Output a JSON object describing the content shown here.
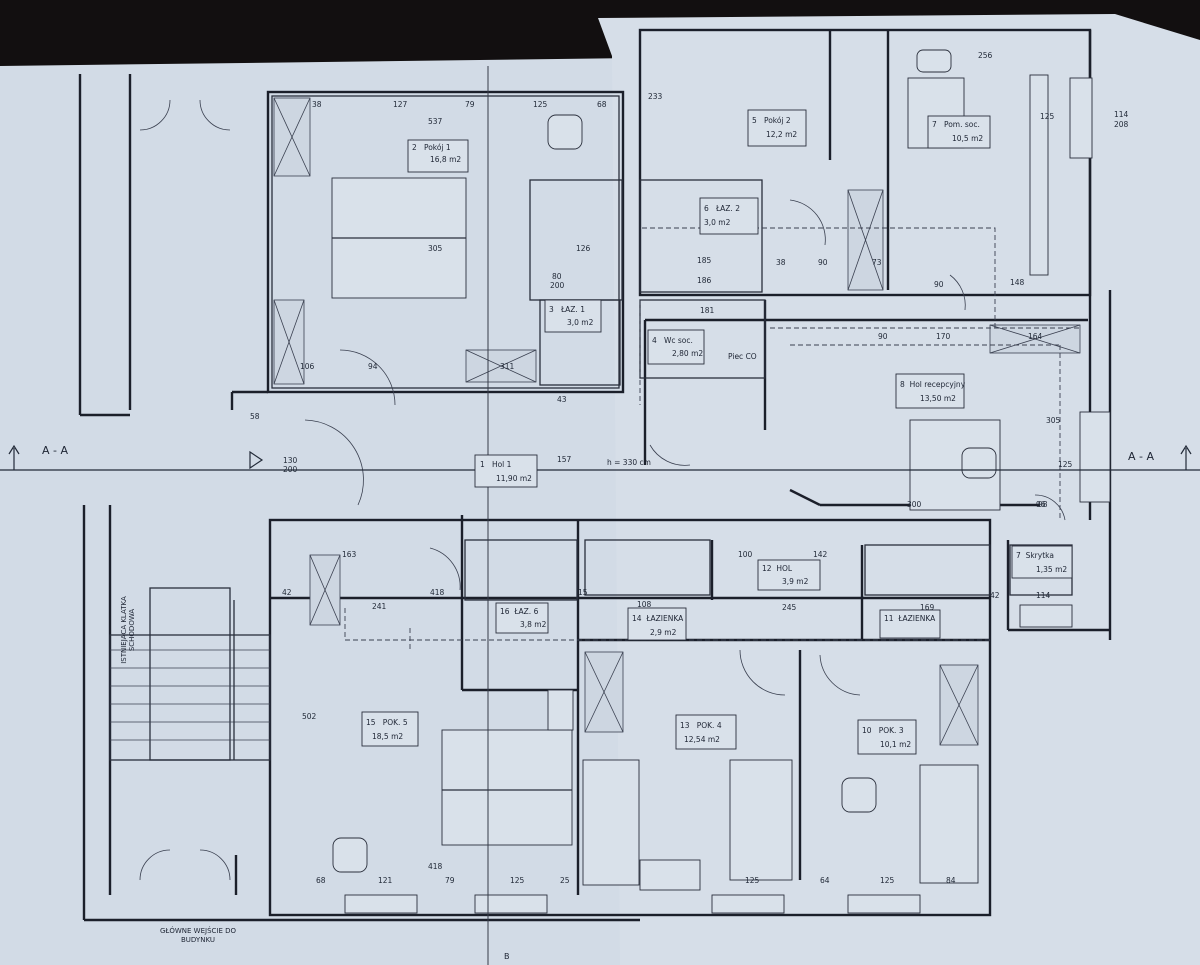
{
  "section_marker": "A - A",
  "ceiling_height": "h = 330 cm",
  "stair_label": "ISTNIEJĄCA KLATKA SCHODOWA",
  "entrance_label": "GŁÓWNE WEJŚCIE DO BUDYNKU",
  "sheet_edge_label": "B",
  "rooms": [
    {
      "id": "pokoj-1",
      "no": "2",
      "name": "Pokój 1",
      "area": "16,8 m2"
    },
    {
      "id": "pokoj-2",
      "no": "5",
      "name": "Pokój 2",
      "area": "12,2 m2"
    },
    {
      "id": "pom-soc",
      "no": "7",
      "name": "Pom. soc.",
      "area": "10,5 m2"
    },
    {
      "id": "laz-2",
      "no": "6",
      "name": "ŁAZ. 2",
      "area": "3,0 m2"
    },
    {
      "id": "laz-1",
      "no": "3",
      "name": "ŁAZ. 1",
      "area": "3,0 m2"
    },
    {
      "id": "wc-soc",
      "no": "4",
      "name": "Wc soc.",
      "area": "2,80 m2"
    },
    {
      "id": "piec-co",
      "no": "",
      "name": "Piec CO",
      "area": ""
    },
    {
      "id": "hol-recepcyjny",
      "no": "8",
      "name": "Hol recepcyjny",
      "area": "13,50 m2"
    },
    {
      "id": "hol-1",
      "no": "1",
      "name": "Hol 1",
      "area": "11,90 m2"
    },
    {
      "id": "hol",
      "no": "12",
      "name": "HOL",
      "area": "3,9 m2"
    },
    {
      "id": "skrytka",
      "no": "7",
      "name": "Skrytka",
      "area": "1,35 m2"
    },
    {
      "id": "laz-6",
      "no": "16",
      "name": "ŁAZ. 6",
      "area": "3,8 m2"
    },
    {
      "id": "lazienka-14",
      "no": "14",
      "name": "ŁAZIENKA",
      "area": "2,9 m2"
    },
    {
      "id": "lazienka-11",
      "no": "11",
      "name": "ŁAZIENKA",
      "area": ""
    },
    {
      "id": "pok-5",
      "no": "15",
      "name": "POK. 5",
      "area": "18,5 m2"
    },
    {
      "id": "pok-4",
      "no": "13",
      "name": "POK. 4",
      "area": "12,54 m2"
    },
    {
      "id": "pok-3",
      "no": "10",
      "name": "POK. 3",
      "area": "10,1 m2"
    }
  ],
  "dimensions": [
    {
      "id": "d1",
      "text": "38"
    },
    {
      "id": "d2",
      "text": "127"
    },
    {
      "id": "d3",
      "text": "79"
    },
    {
      "id": "d4",
      "text": "125"
    },
    {
      "id": "d5",
      "text": "68"
    },
    {
      "id": "d6",
      "text": "537"
    },
    {
      "id": "d7",
      "text": "233"
    },
    {
      "id": "d8",
      "text": "305"
    },
    {
      "id": "d9",
      "text": "126"
    },
    {
      "id": "d10",
      "text": "80"
    },
    {
      "id": "d11",
      "text": "200"
    },
    {
      "id": "d12",
      "text": "185"
    },
    {
      "id": "d13",
      "text": "186"
    },
    {
      "id": "d14",
      "text": "38"
    },
    {
      "id": "d15",
      "text": "90"
    },
    {
      "id": "d16",
      "text": "73"
    },
    {
      "id": "d17",
      "text": "148"
    },
    {
      "id": "d18",
      "text": "90"
    },
    {
      "id": "d19",
      "text": "164"
    },
    {
      "id": "d20",
      "text": "181"
    },
    {
      "id": "d21",
      "text": "94"
    },
    {
      "id": "d22",
      "text": "106"
    },
    {
      "id": "d23",
      "text": "58"
    },
    {
      "id": "d24",
      "text": "130"
    },
    {
      "id": "d25",
      "text": "200"
    },
    {
      "id": "d26",
      "text": "157"
    },
    {
      "id": "d27",
      "text": "300"
    },
    {
      "id": "d28",
      "text": "98"
    },
    {
      "id": "d29",
      "text": "163"
    },
    {
      "id": "d30",
      "text": "42"
    },
    {
      "id": "d31",
      "text": "418"
    },
    {
      "id": "d32",
      "text": "241"
    },
    {
      "id": "d33",
      "text": "100"
    },
    {
      "id": "d34",
      "text": "142"
    },
    {
      "id": "d35",
      "text": "245"
    },
    {
      "id": "d36",
      "text": "169"
    },
    {
      "id": "d37",
      "text": "108"
    },
    {
      "id": "d38",
      "text": "114"
    },
    {
      "id": "d39",
      "text": "42"
    },
    {
      "id": "d40",
      "text": "502"
    },
    {
      "id": "d41",
      "text": "418"
    },
    {
      "id": "d42",
      "text": "68"
    },
    {
      "id": "d43",
      "text": "121"
    },
    {
      "id": "d44",
      "text": "79"
    },
    {
      "id": "d45",
      "text": "125"
    },
    {
      "id": "d46",
      "text": "25"
    },
    {
      "id": "d47",
      "text": "125"
    },
    {
      "id": "d48",
      "text": "64"
    },
    {
      "id": "d49",
      "text": "125"
    },
    {
      "id": "d50",
      "text": "84"
    },
    {
      "id": "d51",
      "text": "256"
    },
    {
      "id": "d52",
      "text": "125"
    },
    {
      "id": "d53",
      "text": "96"
    },
    {
      "id": "d54",
      "text": "311"
    },
    {
      "id": "d55",
      "text": "43"
    },
    {
      "id": "d56",
      "text": "170"
    },
    {
      "id": "d57",
      "text": "305"
    },
    {
      "id": "d58",
      "text": "125"
    },
    {
      "id": "d59",
      "text": "114"
    },
    {
      "id": "d60",
      "text": "208"
    },
    {
      "id": "d61",
      "text": "90"
    },
    {
      "id": "d62",
      "text": "15"
    }
  ]
}
